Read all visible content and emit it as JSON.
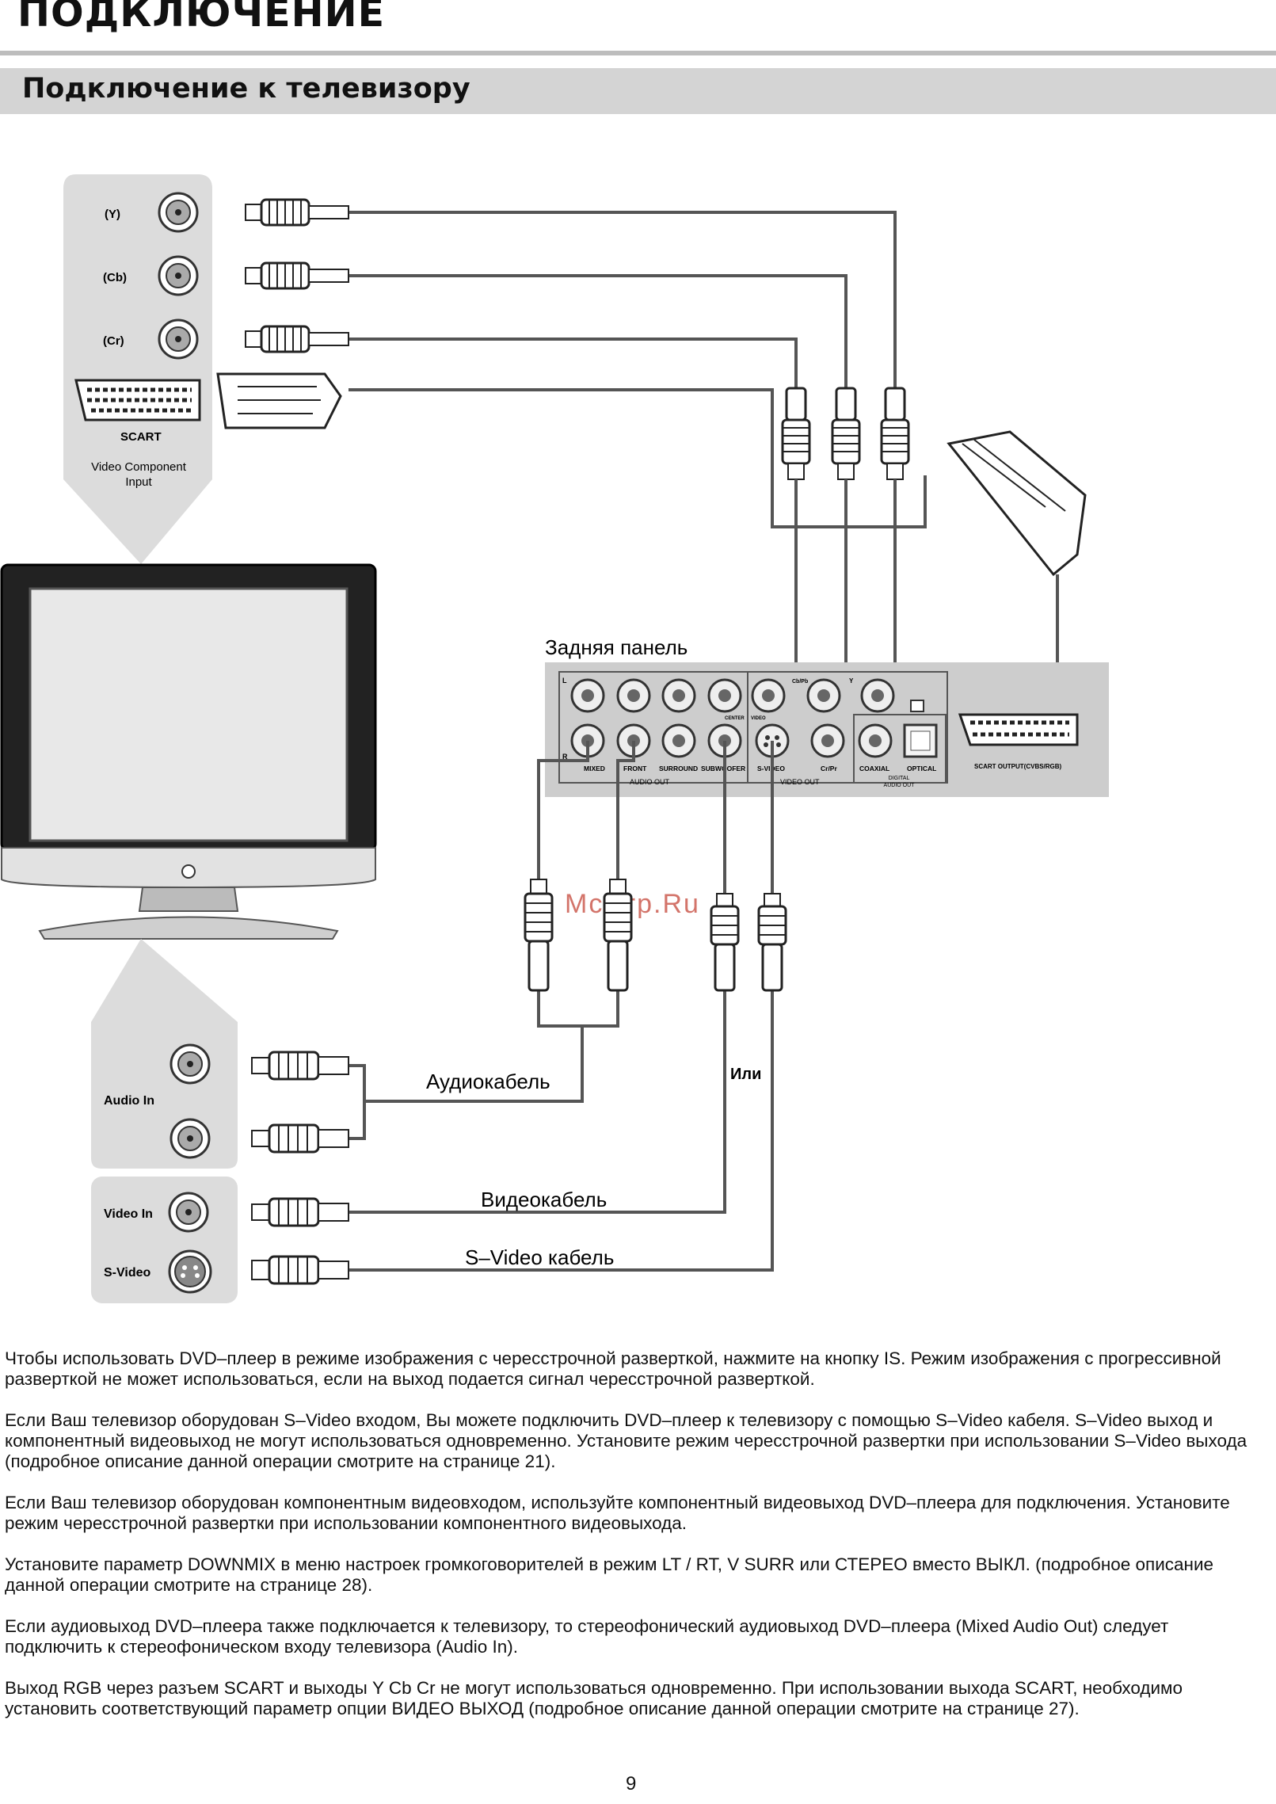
{
  "header": {
    "title": "ПОДКЛЮЧЕНИЕ",
    "section_title": "Подключение к телевизору"
  },
  "diagram": {
    "tv_input": {
      "y": "(Y)",
      "cb": "(Cb)",
      "cr": "(Cr)",
      "scart": "SCART",
      "caption_line1": "Video Component",
      "caption_line2": "Input"
    },
    "rear_panel": {
      "title": "Задняя панель",
      "l": "L",
      "r": "R",
      "mixed": "MIXED",
      "front": "FRONT",
      "surround": "SURROUND",
      "subwoofer": "SUBWOOFER",
      "center": "CENTER",
      "video": "VIDEO",
      "s_video": "S-VIDEO",
      "cb_pb": "Cb/Pb",
      "y": "Y",
      "cr_pr": "Cr/Pr",
      "coaxial": "COAXIAL",
      "optical": "OPTICAL",
      "audio_out": "AUDIO OUT",
      "video_out": "VIDEO OUT",
      "digital_line1": "DIGITAL",
      "digital_line2": "AUDIO OUT",
      "scart_output": "SCART OUTPUT(CVBS/RGB)"
    },
    "watermark": "McGrp.Ru",
    "tv_bottom": {
      "audio_in": "Audio In",
      "video_in": "Video In",
      "s_video": "S-Video"
    },
    "cables": {
      "audio": "Аудиокабель",
      "or": "Или",
      "video": "Видеокабель",
      "s_video": "S–Video кабель"
    }
  },
  "paragraphs": [
    "Чтобы использовать DVD–плеер в режиме изображения с чересстрочной разверткой, нажмите на кнопку IS. Режим изображения с прогрессивной разверткой не может использоваться, если на выход подается сигнал чересстрочной разверткой.",
    "Если Ваш телевизор оборудован S–Video входом, Вы можете подключить DVD–плеер к телевизору с помощью S–Video кабеля. S–Video выход и компонентный видеовыход не могут использоваться одновременно. Установите режим чересстрочной развертки при использовании S–Video выхода (подробное описание данной операции смотрите на странице 21).",
    "Если Ваш телевизор оборудован компонентным видеовходом, используйте компонентный видеовыход DVD–плеера для подключения. Установите режим чересстрочной развертки при использовании компонентного видеовыхода.",
    "Установите параметр DOWNMIX в меню настроек громкоговорителей в режим LT / RT, V SURR или СТЕРЕО вместо ВЫКЛ. (подробное описание данной операции смотрите на странице 28).",
    "Если аудиовыход DVD–плеера также подключается к телевизору, то стереофонический аудиовыход DVD–плеера (Mixed Audio Out) следует подключить к стереофоническом входу телевизора (Audio In).",
    "Выход RGB через разъем SCART и выходы Y Cb Cr не могут использоваться одновременно. При использовании выхода SCART, необходимо установить соответствующий параметр опции ВИДЕО ВЫХОД (подробное описание данной операции смотрите на странице 27)."
  ],
  "page_number": "9"
}
